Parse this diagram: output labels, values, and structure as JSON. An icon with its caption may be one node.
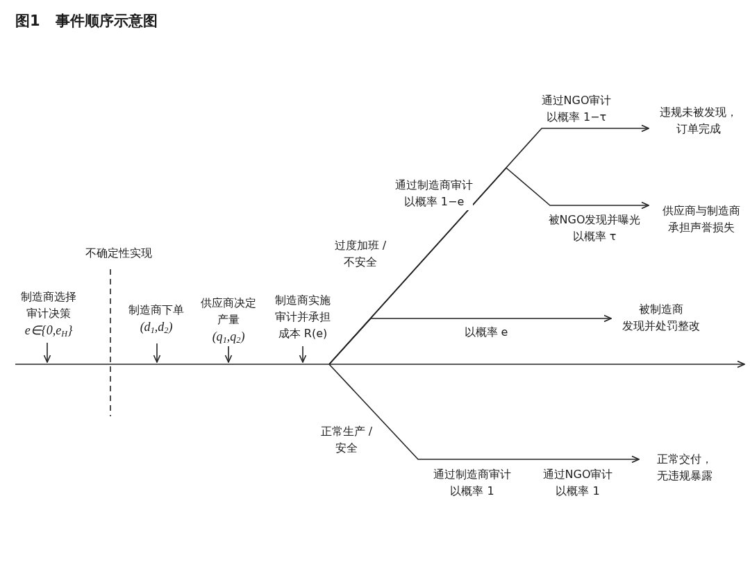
{
  "diagram": {
    "title": "图1 事件顺序示意图",
    "nodes": [
      {
        "text": [
          "制造商选择审计决策",
          "e∈{0,e$_{H}$}"
        ]
      },
      {
        "text": [
          "制造商下单",
          "(d$_{1}$,d$_{2}$)"
        ]
      },
      {
        "text": [
          "供应商决定产量",
          "(q$_{1}$,q$_{2}$)"
        ]
      },
      {
        "text": [
          "制造商实施审计并承担成本 R(e)"
        ]
      },
      {
        "text": [
          "违规未被发现，订单完成"
        ]
      },
      {
        "text": [
          "供应商与制造商承担声誉损失"
        ]
      },
      {
        "text": [
          "被制造商发现并处罚整改"
        ]
      },
      {
        "text": [
          "正常交付，无违规暴露"
        ]
      }
    ],
    "edges": [
      {
        "from": 0,
        "to": null,
        "arrow": "to"
      },
      {
        "from": 1,
        "to": null,
        "arrow": "to"
      },
      {
        "from": 2,
        "to": null,
        "arrow": "to"
      },
      {
        "from": 3,
        "to": null,
        "arrow": "to"
      },
      {
        "from": null,
        "to": 4,
        "arrow": "to",
        "label": "通过NGO审计以概率 1−τ"
      },
      {
        "from": null,
        "to": 5,
        "arrow": "to",
        "label": "被NGO发现并曝光以概率 τ"
      },
      {
        "from": null,
        "to": 6,
        "arrow": "to",
        "label": "以概率 e"
      },
      {
        "from": null,
        "to": 7,
        "arrow": "to",
        "label": "通过NGO审计以概率 1"
      }
    ],
    "labels": [
      "通过制造商审计以概率 1−e",
      "过度加班 / 不安全",
      "不确定性实现",
      "正常生产 / 安全",
      "通过制造商审计以概率 1"
    ]
  }
}
